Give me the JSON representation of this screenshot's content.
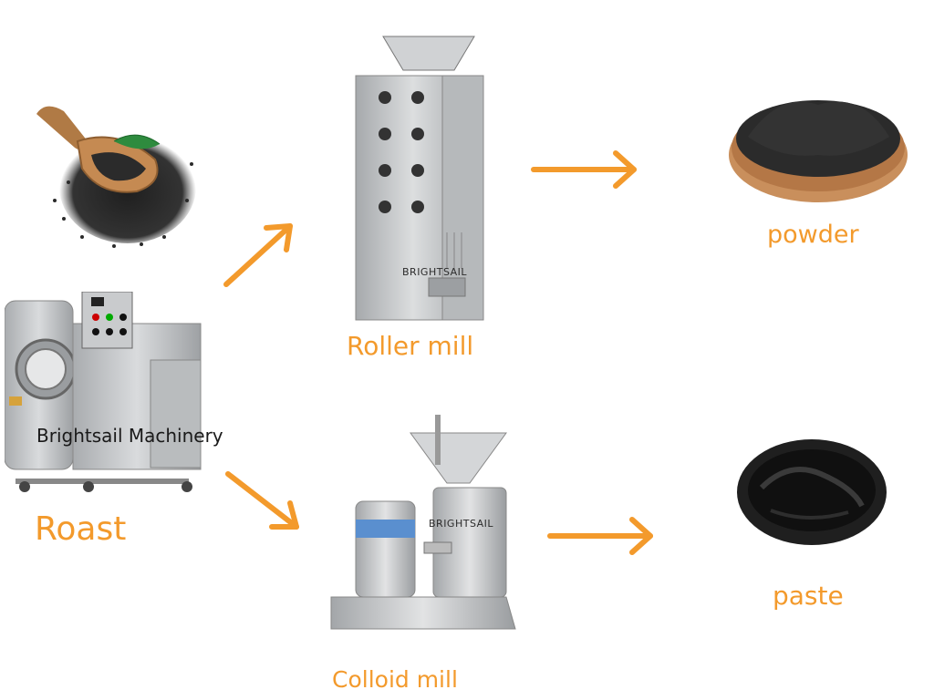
{
  "labels": {
    "roast": "Roast",
    "roller_mill": "Roller mill",
    "colloid_mill": "Colloid mill",
    "powder": "powder",
    "paste": "paste"
  },
  "brands": {
    "roaster": "Brightsail Machinery",
    "roller_mill": "BRIGHTSAIL",
    "colloid_mill": "BRIGHTSAIL"
  },
  "colors": {
    "accent": "#f39a2c",
    "steel": "#c7c9cb",
    "seed": "#2a2a2a"
  },
  "icons": {
    "seeds": "sesame-seeds-with-scoop",
    "roaster": "roasting-machine",
    "roller_mill": "roller-mill-machine",
    "colloid_mill": "colloid-mill-machine",
    "powder": "sesame-powder-bowl",
    "paste": "sesame-paste-bowl"
  }
}
